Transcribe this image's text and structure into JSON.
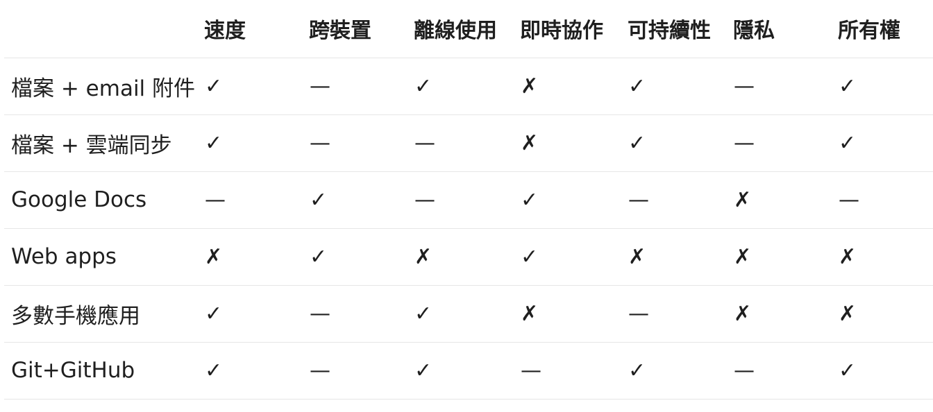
{
  "table": {
    "columns": [
      "速度",
      "跨裝置",
      "離線使用",
      "即時協作",
      "可持續性",
      "隱私",
      "所有權"
    ],
    "rows": [
      {
        "label": "檔案 + email 附件",
        "cells": [
          "✓",
          "—",
          "✓",
          "✗",
          "✓",
          "—",
          "✓"
        ]
      },
      {
        "label": "檔案 + 雲端同步",
        "cells": [
          "✓",
          "—",
          "—",
          "✗",
          "✓",
          "—",
          "✓"
        ]
      },
      {
        "label": "Google Docs",
        "cells": [
          "—",
          "✓",
          "—",
          "✓",
          "—",
          "✗",
          "—"
        ]
      },
      {
        "label": "Web apps",
        "cells": [
          "✗",
          "✓",
          "✗",
          "✓",
          "✗",
          "✗",
          "✗"
        ]
      },
      {
        "label": "多數手機應用",
        "cells": [
          "✓",
          "—",
          "✓",
          "✗",
          "—",
          "✗",
          "✗"
        ]
      },
      {
        "label": "Git+GitHub",
        "cells": [
          "✓",
          "—",
          "✓",
          "—",
          "✓",
          "—",
          "✓"
        ]
      }
    ]
  },
  "colors": {
    "text": "#1f1f1f",
    "divider": "#e6e6e6",
    "background": "#ffffff"
  }
}
